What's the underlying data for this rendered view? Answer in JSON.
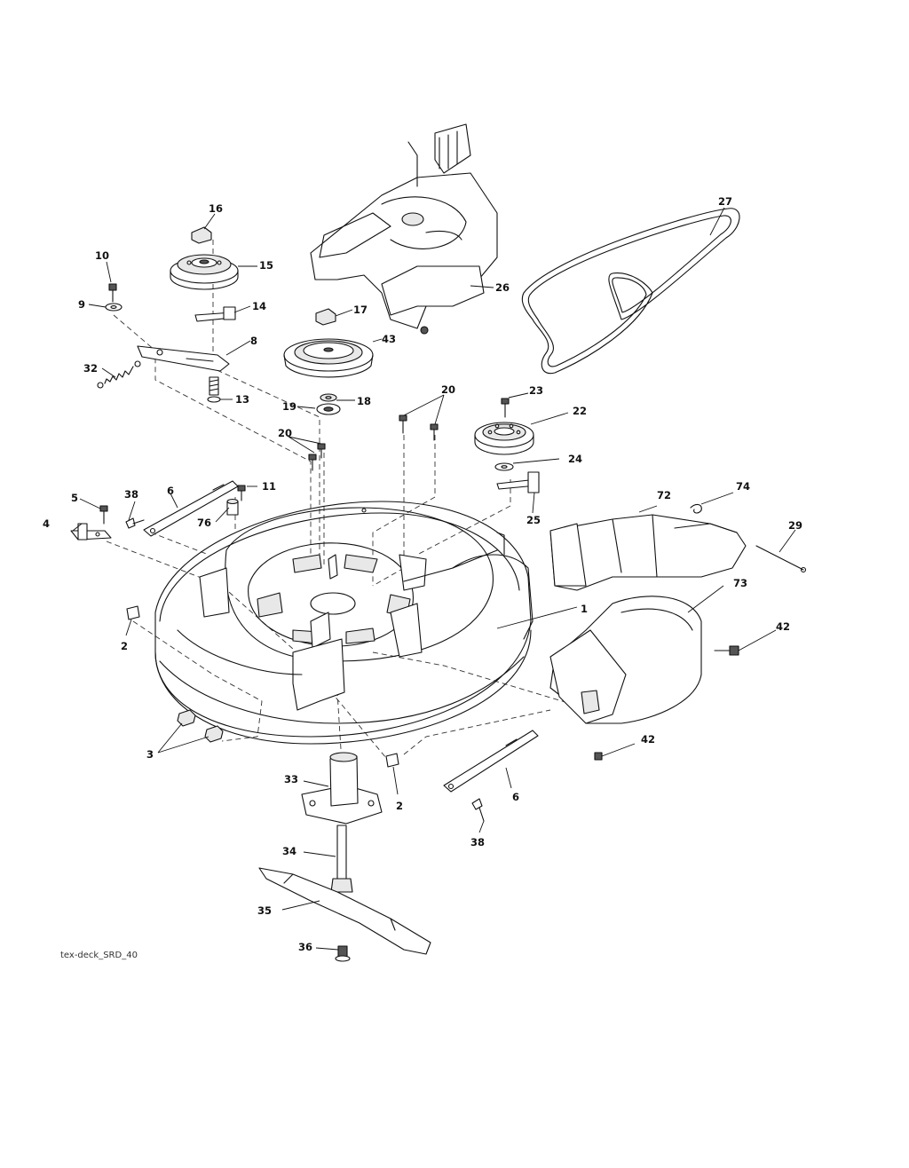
{
  "drawing_ref": "tex-deck_SRD_40",
  "callouts": {
    "c1": "1",
    "c2a": "2",
    "c2b": "2",
    "c3": "3",
    "c4": "4",
    "c5": "5",
    "c6a": "6",
    "c6b": "6",
    "c8": "8",
    "c9": "9",
    "c10": "10",
    "c11": "11",
    "c13": "13",
    "c14": "14",
    "c15": "15",
    "c16": "16",
    "c17": "17",
    "c18": "18",
    "c19": "19",
    "c20a": "20",
    "c20b": "20",
    "c22": "22",
    "c23": "23",
    "c24": "24",
    "c25": "25",
    "c26": "26",
    "c27": "27",
    "c29": "29",
    "c32": "32",
    "c33": "33",
    "c34": "34",
    "c35": "35",
    "c36": "36",
    "c38a": "38",
    "c38b": "38",
    "c42a": "42",
    "c42b": "42",
    "c43": "43",
    "c72": "72",
    "c73": "73",
    "c74": "74",
    "c76": "76"
  }
}
